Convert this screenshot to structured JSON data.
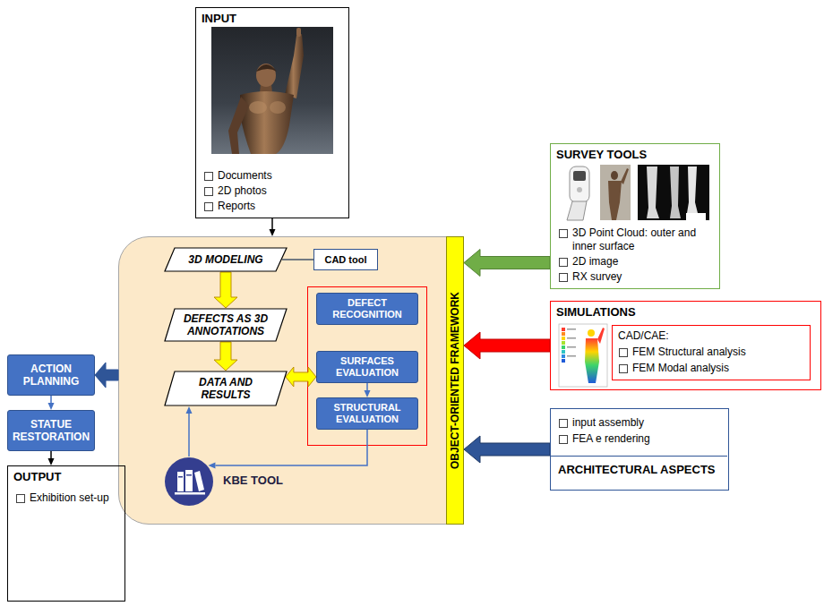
{
  "diagram": {
    "nodes": [
      {
        "text": [
          "INPUT",
          "Documents",
          "2D photos",
          "Reports"
        ]
      },
      {
        "text": [
          "SURVEY TOOLS",
          "3D Point Cloud: outer and inner surface",
          "2D image",
          "RX survey"
        ]
      },
      {
        "text": [
          "OBJECT-ORIENTED FRAMEWORK"
        ]
      },
      {
        "text": [
          "3D MODELING"
        ],
        "in": 2
      },
      {
        "text": [
          "CAD tool"
        ],
        "in": 2
      },
      {
        "text": [
          "DEFECTS AS 3D ANNOTATIONS"
        ],
        "in": 2
      },
      {
        "text": [
          "DATA AND RESULTS"
        ],
        "in": 2
      },
      {
        "text": [
          "DEFECT RECOGNITION"
        ],
        "in": 2
      },
      {
        "text": [
          "SURFACES EVALUATION"
        ],
        "in": 2
      },
      {
        "text": [
          "STRUCTURAL EVALUATION"
        ],
        "in": 2
      },
      {
        "text": [
          "KBE TOOL"
        ],
        "in": 2
      },
      {
        "text": [
          "SIMULATIONS"
        ]
      },
      {
        "text": [
          "CAD/CAE:",
          "FEM Structural analysis",
          "FEM Modal analysis"
        ],
        "in": 11
      },
      {
        "text": [
          "input assembly",
          "FEA e rendering",
          "ARCHITECTURAL ASPECTS"
        ]
      },
      {
        "text": [
          "ACTION PLANNING"
        ]
      },
      {
        "text": [
          "STATUE RESTORATION"
        ]
      },
      {
        "text": [
          "OUTPUT",
          "Exhibition set-up"
        ]
      }
    ],
    "edges": [
      {
        "from": 0,
        "to": 2,
        "arrow": "to"
      },
      {
        "from": 4,
        "to": 3,
        "arrow": "none"
      },
      {
        "from": 3,
        "to": 5,
        "arrow": "to"
      },
      {
        "from": 5,
        "to": 6,
        "arrow": "to"
      },
      {
        "from": 6,
        "to": 8,
        "arrow": "both"
      },
      {
        "from": 8,
        "to": 9,
        "arrow": "to"
      },
      {
        "from": 9,
        "to": 10,
        "arrow": "to"
      },
      {
        "from": 10,
        "to": 6,
        "arrow": "to"
      },
      {
        "from": 2,
        "to": 14,
        "arrow": "to"
      },
      {
        "from": 14,
        "to": 15,
        "arrow": "to"
      },
      {
        "from": 15,
        "to": 16,
        "arrow": "to"
      },
      {
        "from": 1,
        "to": 2,
        "arrow": "to"
      },
      {
        "from": 11,
        "to": 2,
        "arrow": "to"
      },
      {
        "from": 13,
        "to": 2,
        "arrow": "to"
      }
    ]
  }
}
